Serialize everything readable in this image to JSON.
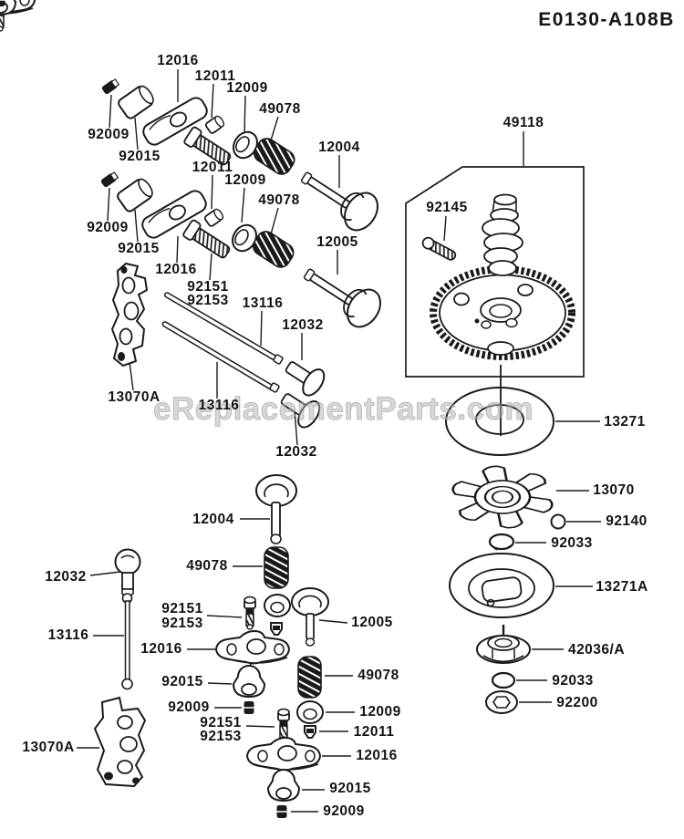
{
  "title": "E0130-A108B",
  "watermark": "eReplacementParts.com",
  "diagram": {
    "description": "Exploded parts diagram - valve / camshaft assembly",
    "colors": {
      "line": "#161616",
      "background": "#ffffff",
      "watermark": "#c2c2c2"
    }
  },
  "labels": [
    "12016",
    "12011",
    "12009",
    "49078",
    "12004",
    "92009",
    "92015",
    "12011",
    "12009",
    "49078",
    "12005",
    "92009",
    "92015",
    "12016",
    "92151",
    "92153",
    "13116",
    "12032",
    "13070A",
    "13116",
    "12032",
    "49118",
    "92145",
    "13271",
    "13070",
    "92140",
    "92033",
    "13271A",
    "42036/A",
    "92033",
    "92200",
    "12004",
    "49078",
    "12032",
    "13116",
    "13070A",
    "92151",
    "92153",
    "12016",
    "92015",
    "92009",
    "92151",
    "92153",
    "12005",
    "49078",
    "12009",
    "12011",
    "12016",
    "92015",
    "92009"
  ]
}
